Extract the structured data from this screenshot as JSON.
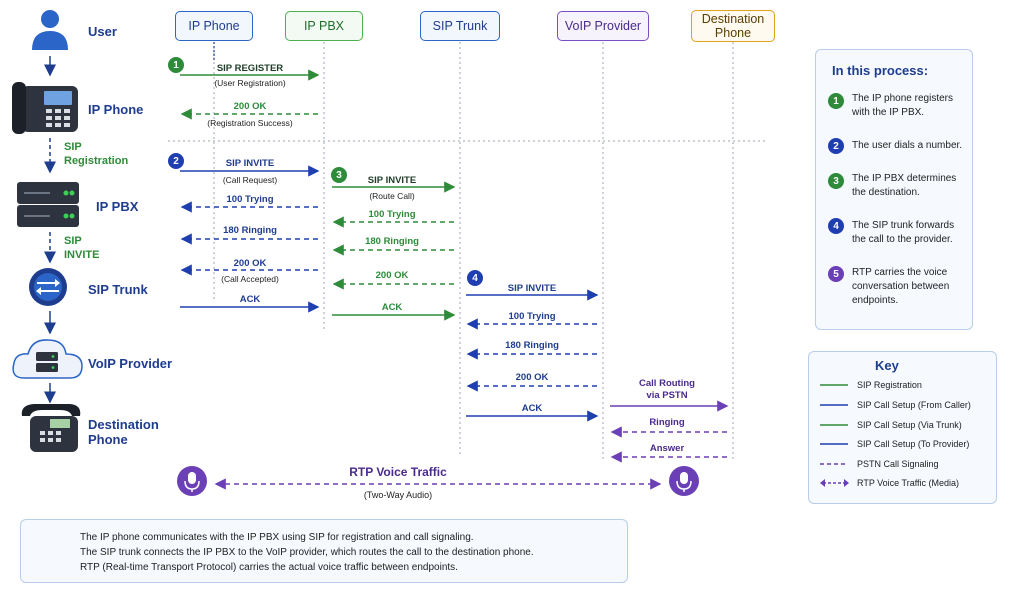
{
  "colors": {
    "navy": "#1f3d8f",
    "green": "#2e8b3a",
    "darkblue": "#1f3fb0",
    "purple": "#6b3fb5",
    "gold": "#e0a21a",
    "info_blue": "#1565c0"
  },
  "left_column": {
    "entities": [
      {
        "label": "User",
        "icon": "user-icon"
      },
      {
        "label": "IP Phone",
        "icon": "desk-phone-icon"
      },
      {
        "label": "IP PBX",
        "icon": "server-icon"
      },
      {
        "label": "SIP Trunk",
        "icon": "router-icon"
      },
      {
        "label": "VoIP Provider",
        "icon": "cloud-server-icon"
      },
      {
        "label": "Destination Phone",
        "icon": "phone-icon"
      }
    ],
    "notes": [
      {
        "line1": "SIP",
        "line2": "Registration"
      },
      {
        "line1": "SIP",
        "line2": "INVITE"
      }
    ]
  },
  "participants": [
    {
      "label": "IP Phone"
    },
    {
      "label": "IP PBX"
    },
    {
      "label": "SIP Trunk"
    },
    {
      "label": "VoIP Provider"
    },
    {
      "label": "Destination Phone"
    }
  ],
  "messages": {
    "m1": {
      "label": "SIP REGISTER",
      "sub": "(User Registration)"
    },
    "m2": {
      "label": "200 OK",
      "sub": "(Registration Success)"
    },
    "m3": {
      "label": "SIP INVITE",
      "sub": "(Call Request)"
    },
    "m4": {
      "label": "SIP INVITE",
      "sub": "(Route Call)"
    },
    "m5": {
      "label": "100 Trying"
    },
    "m6": {
      "label": "100 Trying"
    },
    "m7": {
      "label": "180 Ringing"
    },
    "m8": {
      "label": "180 Ringing"
    },
    "m9": {
      "label": "200 OK",
      "sub": "(Call Accepted)"
    },
    "m10": {
      "label": "200 OK"
    },
    "m11": {
      "label": "ACK"
    },
    "m12": {
      "label": "ACK"
    },
    "m13": {
      "label": "SIP INVITE"
    },
    "m14": {
      "label": "100 Trying"
    },
    "m15": {
      "label": "180 Ringing"
    },
    "m16": {
      "label": "200 OK"
    },
    "m17": {
      "label": "ACK"
    },
    "m18": {
      "label": "Call Routing",
      "label2": "via PSTN"
    },
    "m19": {
      "label": "Ringing"
    },
    "m20": {
      "label": "Answer"
    }
  },
  "badges": [
    "1",
    "2",
    "3",
    "4"
  ],
  "rtp": {
    "label": "RTP Voice Traffic",
    "sub": "(Two-Way Audio)",
    "icon": "microphone-icon"
  },
  "process": {
    "title": "In this process:",
    "steps": [
      {
        "num": "1",
        "line1": "The IP phone registers",
        "line2": "with the IP PBX.",
        "line3": ""
      },
      {
        "num": "2",
        "line1": "The user dials a number.",
        "line2": "",
        "line3": ""
      },
      {
        "num": "3",
        "line1": "The IP PBX determines",
        "line2": "the destination.",
        "line3": ""
      },
      {
        "num": "4",
        "line1": "The SIP trunk forwards",
        "line2": "the call to the provider.",
        "line3": ""
      },
      {
        "num": "5",
        "line1": "RTP carries the voice",
        "line2": "conversation between",
        "line3": "endpoints."
      }
    ]
  },
  "key": {
    "title": "Key",
    "items": [
      {
        "label": "SIP Registration",
        "color": "#2e8b3a",
        "style": "solid"
      },
      {
        "label": "SIP Call Setup (From Caller)",
        "color": "#1f3fb0",
        "style": "solid"
      },
      {
        "label": "SIP Call Setup (Via Trunk)",
        "color": "#2e8b3a",
        "style": "solid"
      },
      {
        "label": "SIP Call Setup (To Provider)",
        "color": "#1f3fb0",
        "style": "solid"
      },
      {
        "label": "PSTN Call Signaling",
        "color": "#6b3fb5",
        "style": "dashed"
      },
      {
        "label": "RTP Voice Traffic (Media)",
        "color": "#6b3fb5",
        "style": "double-arrow"
      }
    ]
  },
  "info": {
    "icon": "info-icon",
    "lines": [
      "The IP phone communicates with the IP PBX using SIP for registration and call signaling.",
      "The SIP trunk connects the IP PBX to the VoIP provider, which routes the call to the destination phone.",
      "RTP (Real-time Transport Protocol) carries the actual voice traffic between endpoints."
    ]
  }
}
